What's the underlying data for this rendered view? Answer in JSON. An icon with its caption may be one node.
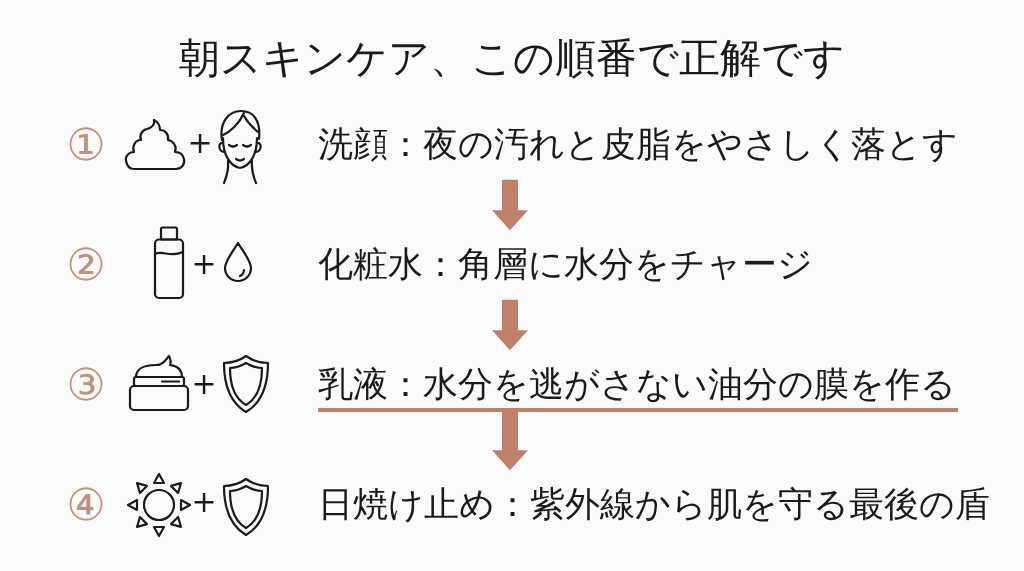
{
  "diagram": {
    "title": "朝スキンケア、この順番で正解です",
    "nodes": [
      {
        "text": [
          "洗顔：夜の汚れと皮脂をやさしく落とす"
        ]
      },
      {
        "text": [
          "化粧水：角層に水分をチャージ"
        ]
      },
      {
        "text": [
          "乳液：水分を逃がさない油分の膜を作る"
        ]
      },
      {
        "text": [
          "日焼け止め：紫外線から肌を守る最後の盾"
        ]
      }
    ],
    "edges": [
      {
        "from": 0,
        "to": 1,
        "arrow": "to"
      },
      {
        "from": 1,
        "to": 2,
        "arrow": "to"
      },
      {
        "from": 2,
        "to": 3,
        "arrow": "to"
      }
    ],
    "labels": [
      "①",
      "+",
      "②",
      "+",
      "③",
      "+",
      "④",
      "+"
    ]
  }
}
